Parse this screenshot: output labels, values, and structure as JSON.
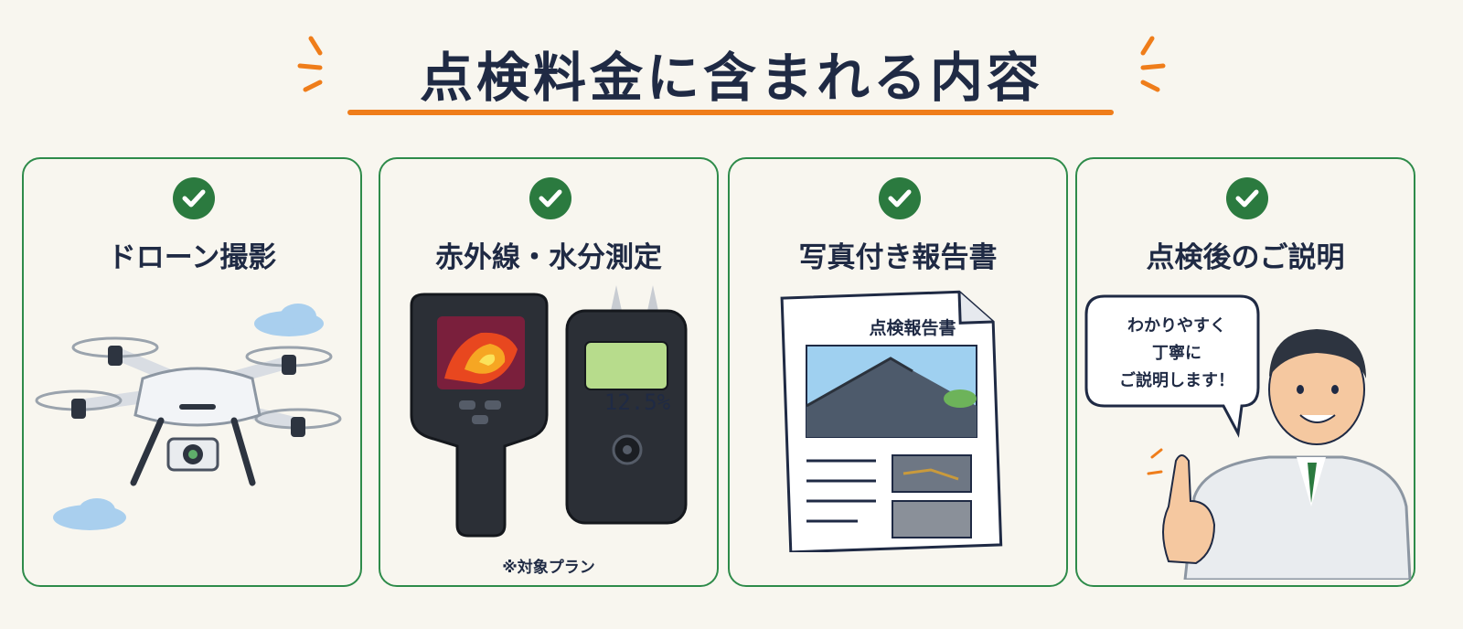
{
  "header": {
    "title": "点検料金に含まれる内容"
  },
  "colors": {
    "accent_orange": "#ef7d1a",
    "check_green": "#2b7a3f",
    "card_border": "#2e8b4a",
    "text_navy": "#1f2a44",
    "background": "#f8f6ef"
  },
  "cards": [
    {
      "label": "ドローン撮影",
      "icon": "drone-icon"
    },
    {
      "label": "赤外線・水分測定",
      "icon": "thermal-camera-icon",
      "note": "※対象プラン",
      "meter_value": "12.5%"
    },
    {
      "label": "写真付き報告書",
      "icon": "report-document-icon",
      "report_title": "点検報告書"
    },
    {
      "label": "点検後のご説明",
      "icon": "staff-explaining-icon",
      "speech_lines": [
        "わかりやすく",
        "丁寧に",
        "ご説明します！"
      ]
    }
  ]
}
